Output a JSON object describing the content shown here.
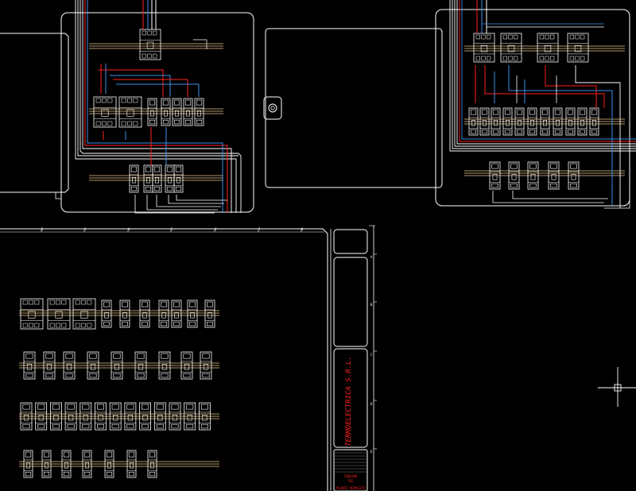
{
  "drawing": {
    "background": "#000000",
    "colors": {
      "outline": "#ffffff",
      "phase": "#ff2020",
      "neutral": "#3a8fe8",
      "rail": "#e8c88a",
      "grey": "#9a9a9a",
      "title_text": "#ff2020"
    }
  },
  "sheet": {
    "column_labels": [
      "2",
      "3",
      "4",
      "5",
      "6",
      "7",
      "8"
    ],
    "row_labels": [
      "A",
      "B",
      "C",
      "D",
      "E"
    ]
  },
  "title_block": {
    "company": "TERMOELECTRICA S.R.L.",
    "small_lines": [
      "TABLERO",
      "TGE",
      "PLANTA DEPOSITO"
    ]
  },
  "crosshair_icon": "crosshair-cursor-icon"
}
